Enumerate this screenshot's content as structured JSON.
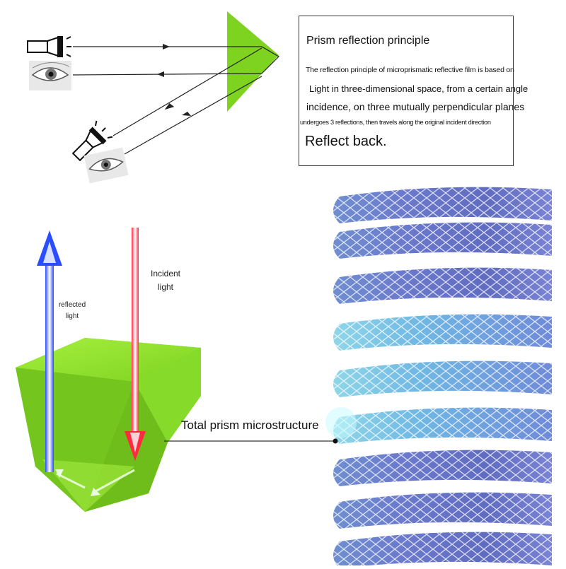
{
  "textbox": {
    "title": "Prism reflection principle",
    "lines": [
      "The reflection principle of microprismatic reflective film is based on",
      "Light in three-dimensional space, from a certain angle",
      "incidence, on three mutually perpendicular planes",
      "undergoes 3 reflections, then travels along the original incident direction",
      "Reflect back."
    ]
  },
  "labels": {
    "incident": "Incident light",
    "reflected": "reflected light",
    "microstructure": "Total prism microstructure"
  },
  "icons": [
    "flashlight-icon",
    "eye-icon",
    "prism-icon"
  ],
  "colors": {
    "prism_green": "#7ed321",
    "incident_ray": "#ff2a3c",
    "reflected_ray": "#2a5cff",
    "film_blue": "#5b7ed6",
    "film_purple": "#6a5bbf"
  }
}
